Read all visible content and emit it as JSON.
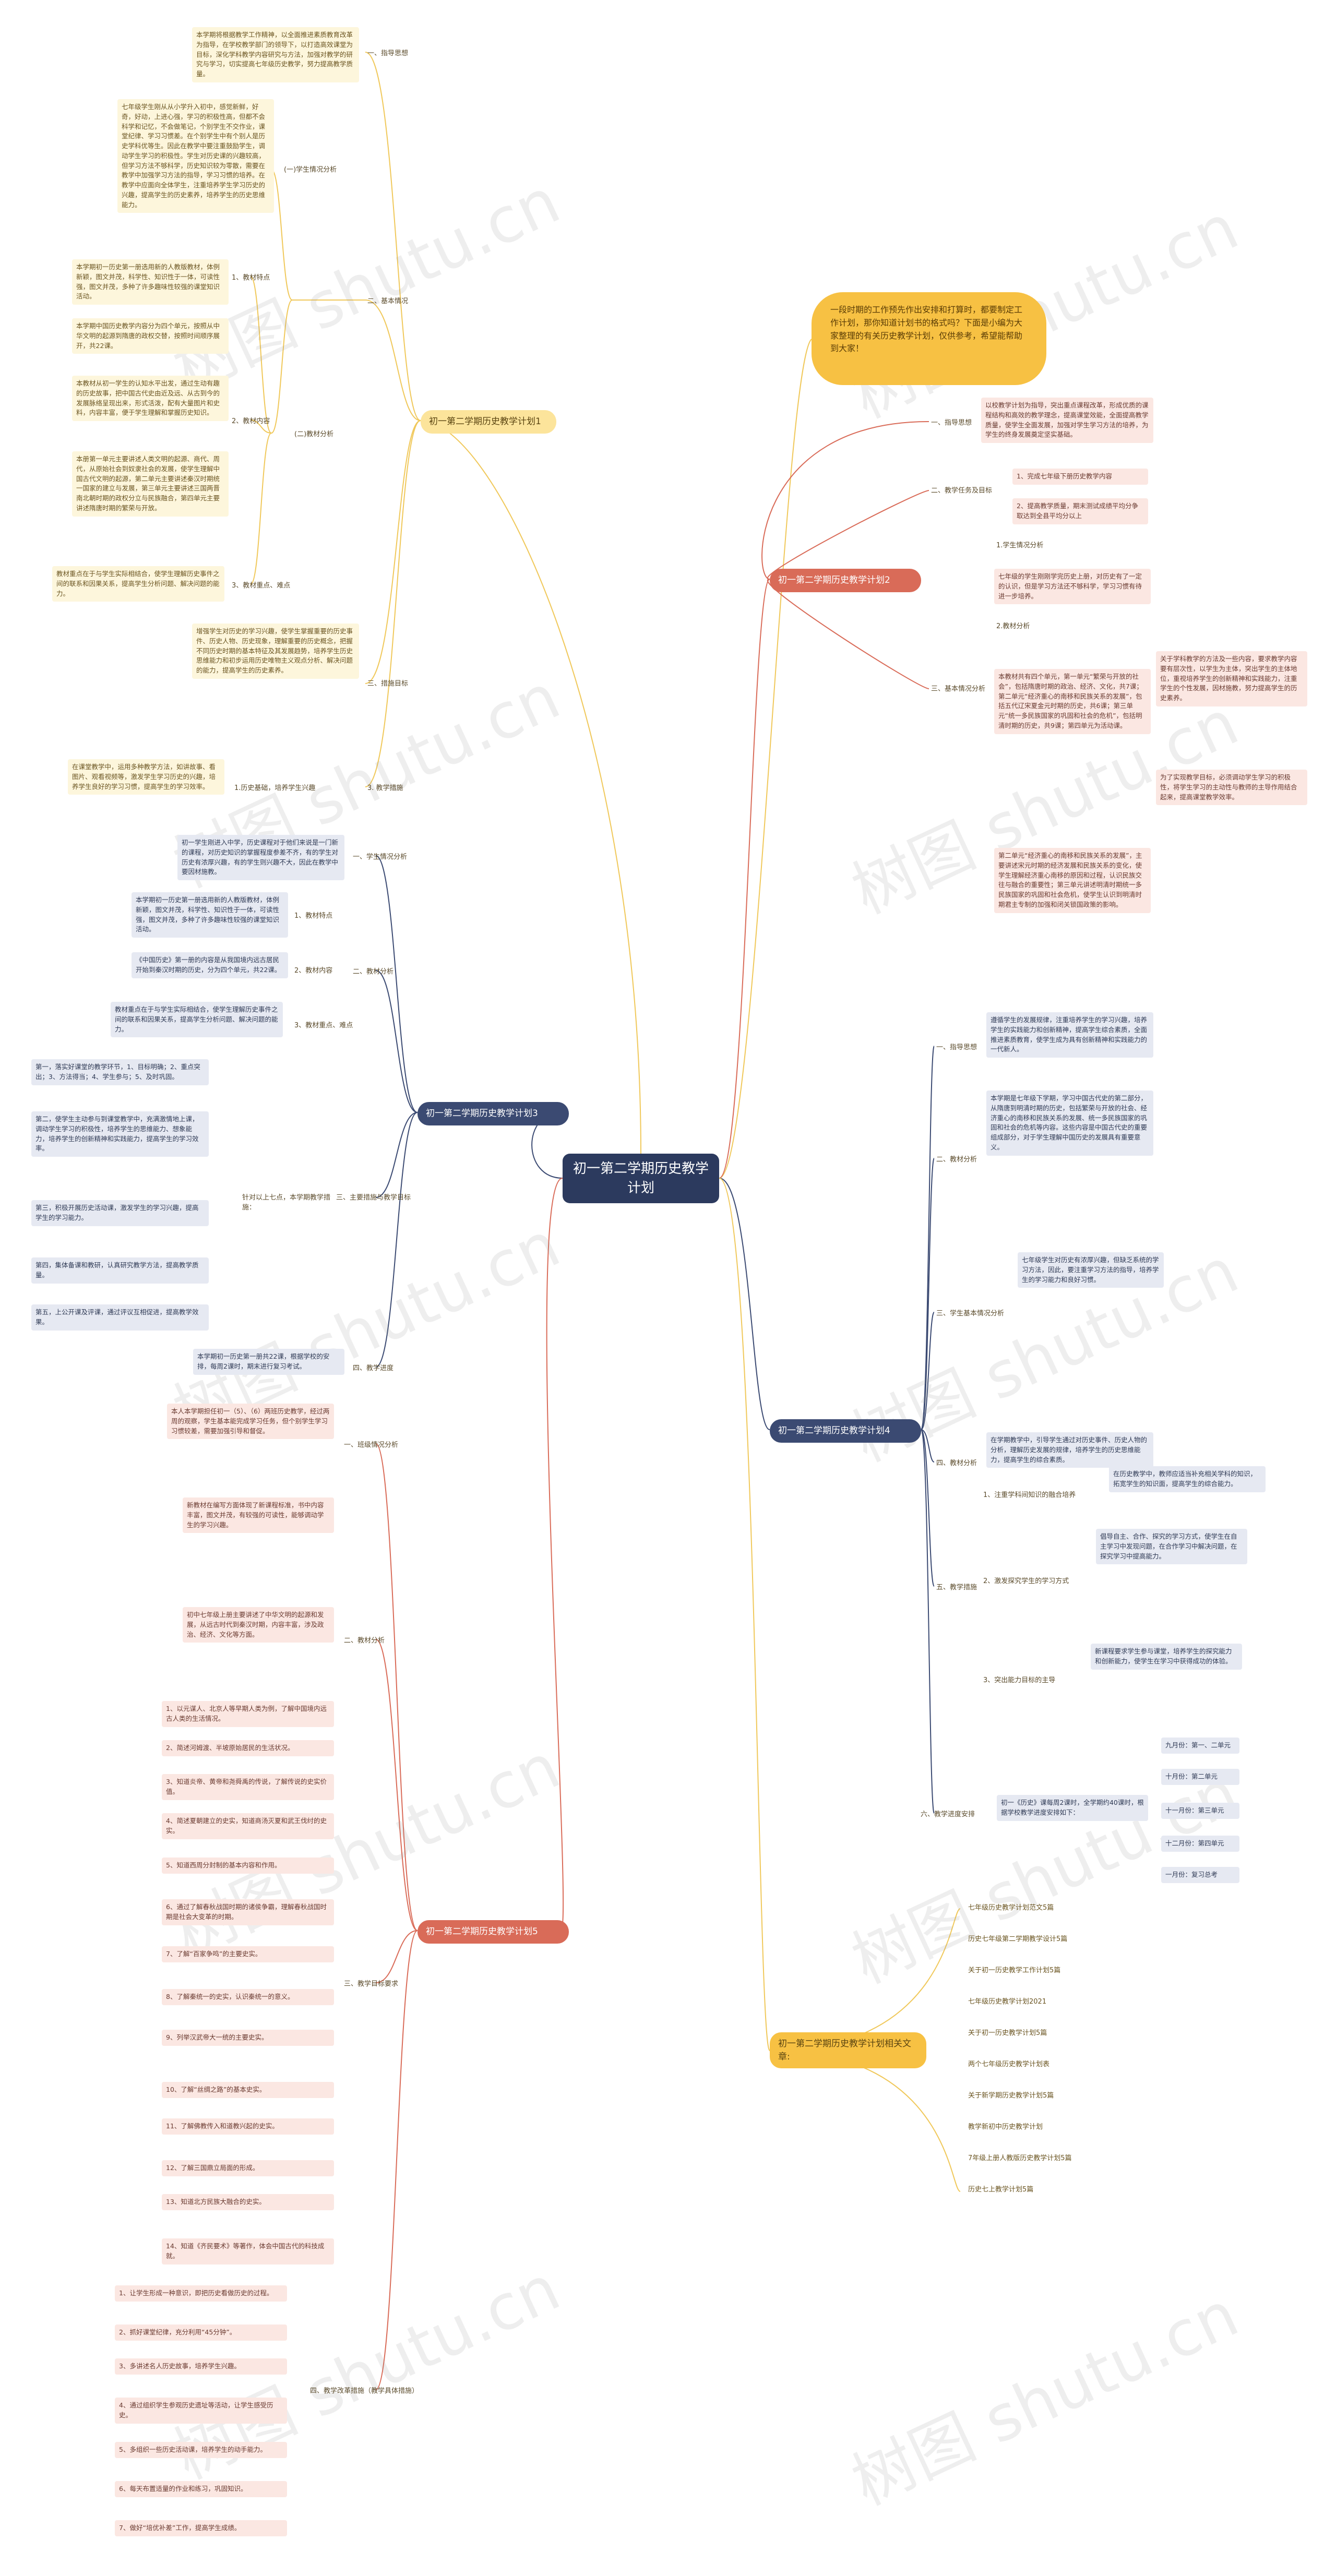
{
  "root": "初一第二学期历史教学计划",
  "intro": "一段时期的工作预先作出安排和打算时，都要制定工作计划，那你知道计划书的格式吗？下面是小编为大家整理的有关历史教学计划，仅供参考，希望能帮助到大家！",
  "plan1": {
    "title": "初一第二学期历史教学计划1",
    "guide_label": "一、指导思想",
    "guide_text": "本学期将根据教学工作精神，以全面推进素质教育改革为指导，在学校教学部门的领导下，以打造高效课堂为目标，深化学科教学内容研究与方法，加强对教学的研究与学习，切实提高七年级历史教学，努力提高教学质量。",
    "basic_label": "二、基本情况",
    "student_label": "(一)学生情况分析",
    "student_text": "七年级学生刚从从小学升入初中，感觉新鲜，好奇，好动，上进心强，学习的积极性高，但都不会科学和记忆，不会做笔记，个别学生不交作业，课堂纪律、学习习惯差。在个别学生中有个别人是历史学科优等生。因此在教学中要注重鼓励学生，调动学生学习的积极性。学生对历史课的兴趣较高，但学习方法不够科学，历史知识较为零散，需要在教学中加强学习方法的指导，学习习惯的培养。在教学中应面向全体学生，注重培养学生学习历史的兴趣，提高学生的历史素养，培养学生的历史思维能力。",
    "textbook_label": "(二)教材分析",
    "feature_label": "1、教材特点",
    "feature_text": "本学期初一历史第一册选用新的人教版教材，体例新颖，图文并茂，科学性、知识性于一体，可读性强，图文并茂，多种了许多趣味性较强的课堂知识活动。",
    "content_label": "2、教材内容",
    "content_text1": "本学期中国历史教学内容分为四个单元，按照从中华文明的起源到隋唐的政权交替，按照时间顺序展开，共22课。",
    "content_text2": "本教材从初一学生的认知水平出发，通过生动有趣的历史故事，把中国古代史由近及远、从古到今的发展脉络呈现出来，形式活泼，配有大量图片和史料，内容丰富，便于学生理解和掌握历史知识。",
    "content_text3": "本册第一单元主要讲述人类文明的起源、商代、周代，从原始社会到奴隶社会的发展，使学生理解中国古代文明的起源，第二单元主要讲述秦汉时期统一国家的建立与发展，第三单元主要讲述三国两晋南北朝时期的政权分立与民族融合，第四单元主要讲述隋唐时期的繁荣与开放。",
    "key_label": "3、教材重点、难点",
    "key_text": "教材重点在于与学生实际相结合，使学生理解历史事件之间的联系和因果关系，提高学生分析问题、解决问题的能力。",
    "measure_label": "三、措施目标",
    "measure_text": "增强学生对历史的学习兴趣，使学生掌握重要的历史事件、历史人物、历史现象，理解重要的历史概念，把握不同历史时期的基本特征及其发展趋势，培养学生历史思维能力和初步运用历史唯物主义观点分析、解决问题的能力，提高学生的历史素养。",
    "time_label": "1.历史基础，培养学生兴趣",
    "time_text": "在课堂教学中，运用多种教学方法，如讲故事、看图片、观看视频等，激发学生学习历史的兴趣，培养学生良好的学习习惯，提高学生的学习效率。",
    "textbook_link": "3. 教学措施"
  },
  "plan2": {
    "title": "初一第二学期历史教学计划2",
    "guide_label": "一、指导思想",
    "guide_text": "以校教学计划为指导，突出重点课程改革，形成优质的课程结构和高效的教学理念，提高课堂效能，全面提高教学质量，使学生全面发展，加强对学生学习方法的培养，为学生的终身发展奠定坚实基础。",
    "goal_label": "二、教学任务及目标",
    "goal_1": "1、完成七年级下册历史教学内容",
    "goal_2": "2、提高教学质量，期末测试成绩平均分争取达到全县平均分以上",
    "basic_label": "三、基本情况分析",
    "student_label": "1.学生情况分析",
    "student_text": "七年级的学生刚刚学完历史上册，对历史有了一定的认识，但是学习方法还不够科学，学习习惯有待进一步培养。",
    "textbook_label": "2.教材分析",
    "textbook_text": "本教材共有四个单元，第一单元“繁荣与开放的社会”，包括隋唐时期的政治、经济、文化，共7课；第二单元“经济重心的南移和民族关系的发展”，包括五代辽宋夏金元时期的历史，共6课；第三单元“统一多民族国家的巩固和社会的危机”，包括明清时期的历史，共9课；第四单元为活动课。",
    "side_text": "关于学科教学的方法及一些内容，要求教学内容要有层次性，以学生为主体，突出学生的主体地位，重视培养学生的创新精神和实践能力，注重学生的个性发展，因材施教，努力提高学生的历史素养。",
    "side_text2": "为了实现教学目标，必须调动学生学习的积极性，将学生学习的主动性与教师的主导作用结合起来，提高课堂教学效率。",
    "textbook_text2": "第二单元“经济重心的南移和民族关系的发展”，主要讲述宋元时期的经济发展和民族关系的变化，使学生理解经济重心南移的原因和过程，认识民族交往与融合的重要性；第三单元讲述明清时期统一多民族国家的巩固和社会危机，使学生认识到明清时期君主专制的加强和闭关锁国政策的影响。"
  },
  "plan3": {
    "title": "初一第二学期历史教学计划3",
    "student_label": "一、学生情况分析",
    "student_text": "初一学生刚进入中学，历史课程对于他们来说是一门新的课程，对历史知识的掌握程度参差不齐，有的学生对历史有浓厚兴趣，有的学生则兴趣不大，因此在教学中要因材施教。",
    "textbook_label": "二、教材分析",
    "t1_label": "1、教材特点",
    "t1_text": "本学期初一历史第一册选用新的人教版教材，体例新颖，图文并茂，科学性、知识性于一体，可读性强，图文并茂，多种了许多趣味性较强的课堂知识活动。",
    "t2_label": "2、教材内容",
    "t2_text": "《中国历史》第一册的内容是从我国境内远古居民开始到秦汉时期的历史，分为四个单元，共22课。",
    "t3_label": "3、教材重点、难点",
    "t3_text": "教材重点在于与学生实际相结合，使学生理解历史事件之间的联系和因果关系，提高学生分析问题、解决问题的能力。",
    "measure_label": "三、主要措施与教学目标",
    "measure_sub": "针对以上七点，本学期教学措施：",
    "m1": "第一，落实好课堂的教学环节，1、目标明确；2、重点突出；3、方法得当；4、学生参与；5、及时巩固。",
    "m2": "第二，使学生主动参与到课堂教学中，充满激情地上课，调动学生学习的积极性，培养学生的思维能力、想象能力，培养学生的创新精神和实践能力，提高学生的学习效率。",
    "m3": "第三，积极开展历史活动课，激发学生的学习兴趣，提高学生的学习能力。",
    "m4": "第四，集体备课和教研，认真研究教学方法，提高教学质量。",
    "m5": "第五，上公开课及评课，通过评议互相促进，提高教学效果。",
    "weekly_label": "四、教学进度",
    "weekly_text": "本学期初一历史第一册共22课，根据学校的安排，每周2课时，期末进行复习考试。"
  },
  "plan4": {
    "title": "初一第二学期历史教学计划4",
    "guide_label": "一、指导思想",
    "guide_text": "遵循学生的发展规律，注重培养学生的学习兴趣，培养学生的实践能力和创新精神，提高学生综合素质，全面推进素质教育，使学生成为具有创新精神和实践能力的一代新人。",
    "material_label": "二、教材分析",
    "material_text": "本学期是七年级下学期，学习中国古代史的第二部分，从隋唐到明清时期的历史，包括繁荣与开放的社会、经济重心的南移和民族关系的发展、统一多民族国家的巩固和社会的危机等内容。这些内容是中国古代史的重要组成部分，对于学生理解中国历史的发展具有重要意义。",
    "learn_label": "三、学生基本情况分析",
    "learn_text": "七年级学生对历史有浓厚兴趣，但缺乏系统的学习方法，因此，要注重学习方法的指导，培养学生的学习能力和良好习惯。",
    "goal_label": "四、教材分析",
    "goal_text": "在学期教学中，引导学生通过对历史事件、历史人物的分析，理解历史发展的规律，培养学生的历史思维能力，提高学生的综合素质。",
    "measure_label": "五、教学措施",
    "m1_label": "1、注重学科间知识的融合培养",
    "m1_text": "在历史教学中，教师应适当补充相关学科的知识，拓宽学生的知识面，提高学生的综合能力。",
    "m2_label": "2、激发探究学生的学习方式",
    "m2_text": "倡导自主、合作、探究的学习方式，使学生在自主学习中发现问题，在合作学习中解决问题，在探究学习中提高能力。",
    "m3_label": "3、突出能力目标的主导",
    "m3_text": "新课程要求学生参与课堂，培养学生的探究能力和创新能力，使学生在学习中获得成功的体验。",
    "plan_label": "六、教学进度安排",
    "plan_text": "初一《历史》课每周2课时，全学期约40课时，根据学校教学进度安排如下：",
    "months": [
      "九月份：第一、二单元",
      "十月份：第二单元",
      "十一月份：第三单元",
      "十二月份：第四单元",
      "一月份：复习总考"
    ]
  },
  "plan5": {
    "title": "初一第二学期历史教学计划5",
    "situation_label": "一、班级情况分析",
    "situation_text": "本人本学期担任初一（5）、（6）两班历史教学，经过两周的观察，学生基本能完成学习任务，但个别学生学习习惯较差，需要加强引导和督促。",
    "textbook_label": "二、教材分析",
    "t_text1": "新教材在编写方面体现了新课程标准，书中内容丰富，图文并茂，有较强的可读性，能够调动学生的学习兴趣。",
    "t_text2": "初中七年级上册主要讲述了中华文明的起源和发展，从远古时代到秦汉时期，内容丰富，涉及政治、经济、文化等方面。",
    "target_label": "三、教学目标要求",
    "targets": [
      "1、以元谋人、北京人等早期人类为例，了解中国境内远古人类的生活情况。",
      "2、简述河姆渡、半坡原始居民的生活状况。",
      "3、知道炎帝、黄帝和尧舜禹的传说，了解传说的史实价值。",
      "4、简述夏朝建立的史实，知道商汤灭夏和武王伐纣的史实。",
      "5、知道西周分封制的基本内容和作用。",
      "6、通过了解春秋战国时期的诸侯争霸，理解春秋战国时期是社会大变革的时期。",
      "7、了解“百家争鸣”的主要史实。",
      "8、了解秦统一的史实，认识秦统一的意义。",
      "9、列举汉武帝大一统的主要史实。",
      "10、了解“丝绸之路”的基本史实。",
      "11、了解佛教传入和道教兴起的史实。",
      "12、了解三国鼎立局面的形成。",
      "13、知道北方民族大融合的史实。",
      "14、知道《齐民要术》等著作，体会中国古代的科技成就。"
    ],
    "method_label": "四、教学改革措施（教学具体措施）",
    "methods": [
      "1、让学生形成一种意识，即把历史看做历史的过程。",
      "2、抓好课堂纪律，充分利用“45分钟”。",
      "3、多讲述名人历史故事，培养学生兴趣。",
      "4、通过组织学生参观历史遗址等活动，让学生感受历史。",
      "5、多组织一些历史活动课，培养学生的动手能力。",
      "6、每天布置适量的作业和练习，巩固知识。",
      "7、做好“培优补差”工作，提高学生成绩。"
    ]
  },
  "related": {
    "title": "初一第二学期历史教学计划相关文章:",
    "links": [
      "七年级历史教学计划范文5篇",
      "历史七年级第二学期教学设计5篇",
      "关于初一历史教学工作计划5篇",
      "七年级历史教学计划2021",
      "关于初一历史教学计划5篇",
      "两个七年级历史教学计划表",
      "关于新学期历史教学计划5篇",
      "教学新初中历史教学计划",
      "7年级上册人教版历史教学计划5篇",
      "历史七上教学计划5篇"
    ]
  },
  "watermark": "树图 shutu.cn"
}
